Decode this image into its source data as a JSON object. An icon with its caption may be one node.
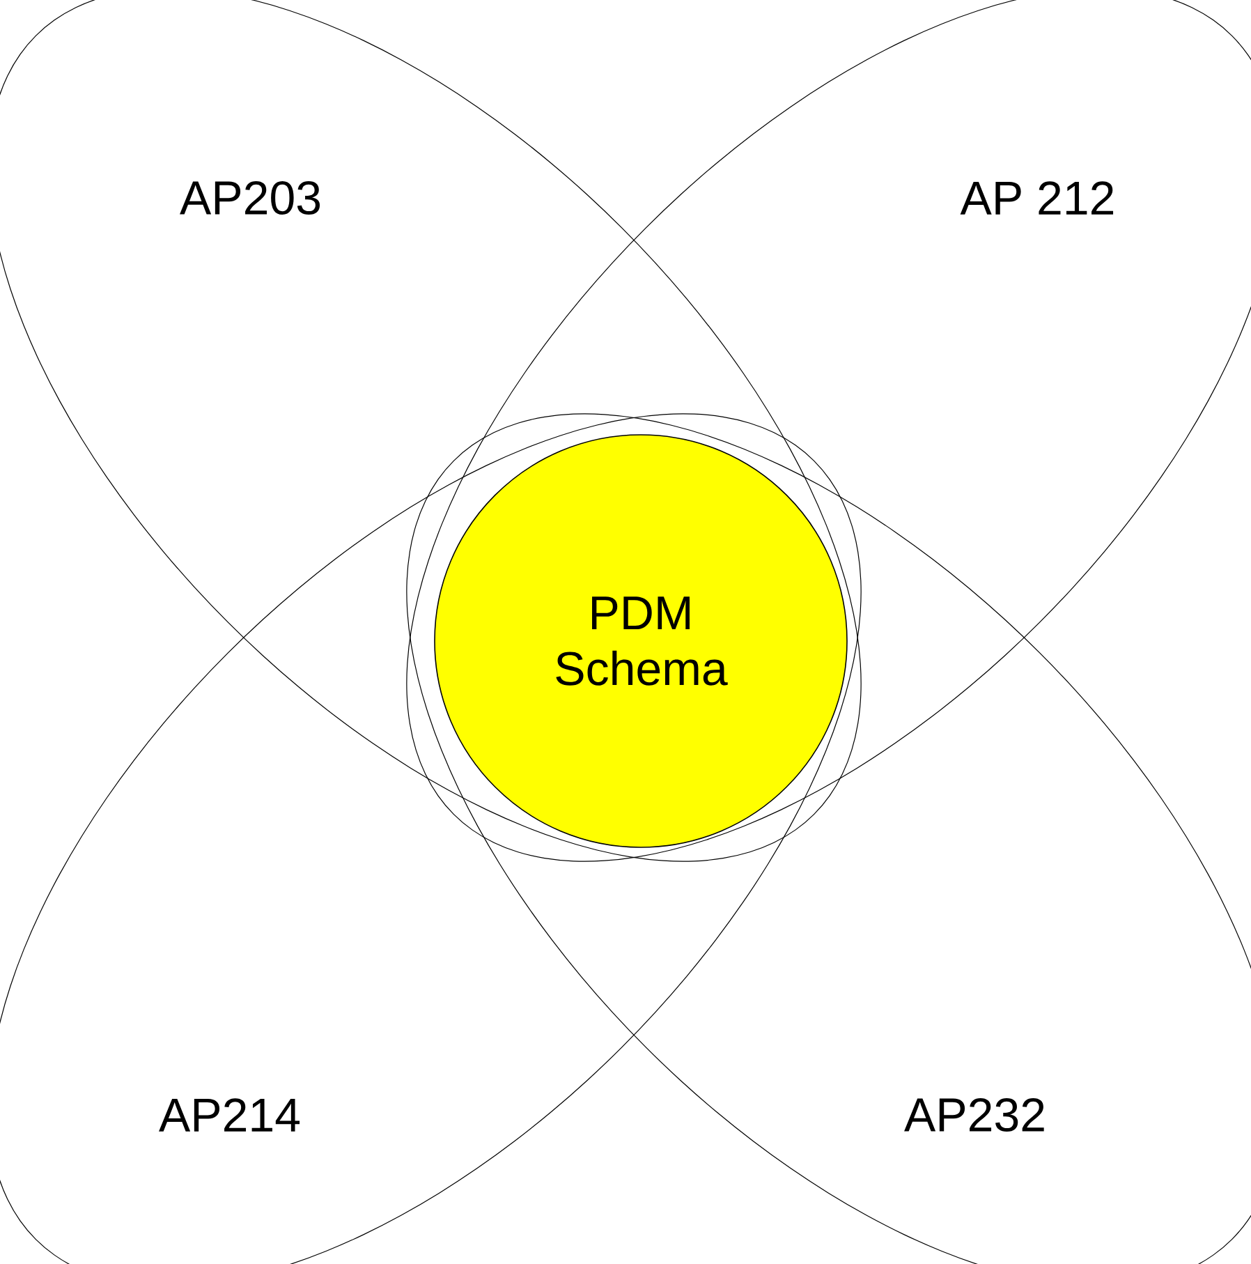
{
  "diagram": {
    "nodes": [
      {
        "text": [
          "AP203"
        ]
      },
      {
        "text": [
          "AP 212"
        ]
      },
      {
        "text": [
          "AP214"
        ]
      },
      {
        "text": [
          "AP232"
        ]
      },
      {
        "text": [
          "PDM Schema"
        ]
      }
    ]
  }
}
